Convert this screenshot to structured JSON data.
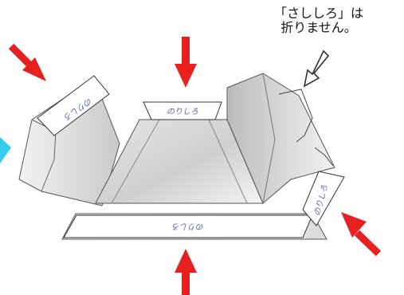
{
  "callout": {
    "line1": "「さししろ」は",
    "line2": "折りません。"
  },
  "tabs": {
    "upper_left": "のりしろ",
    "top_center": "のりしろ",
    "bottom": "のりしろ",
    "right": "のりしろ"
  },
  "colors": {
    "press_arrow": "#e82020",
    "callout_arrow_outline": "#333333",
    "cyan_edge": "#33ccee",
    "face_light": "#f2f2f2",
    "face_dark": "#bdbdbd",
    "tab_fill": "#ffffff",
    "tab_text": "#5a63b8"
  },
  "arrows": [
    {
      "name": "arrow-top-left",
      "direction": "down-right"
    },
    {
      "name": "arrow-top",
      "direction": "down"
    },
    {
      "name": "arrow-bottom",
      "direction": "up"
    },
    {
      "name": "arrow-bottom-right",
      "direction": "up-left"
    }
  ]
}
